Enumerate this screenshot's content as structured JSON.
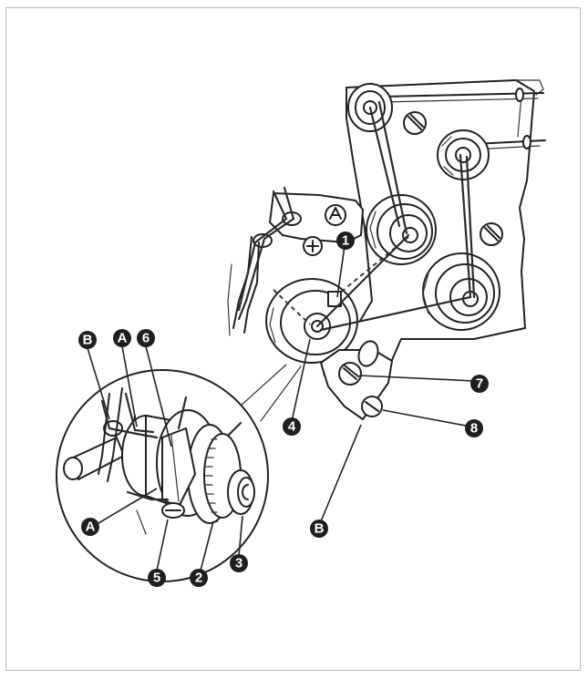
{
  "callouts": {
    "n1": "1",
    "n2": "2",
    "n3": "3",
    "n4": "4",
    "n5": "5",
    "n6": "6",
    "n7": "7",
    "n8": "8",
    "a_top": "A",
    "a_bottom": "A",
    "b_top": "B",
    "b_bottom": "B"
  },
  "icons": {
    "tension_plate_screw": "screw-slot-icon",
    "plus_screw": "plus-screw-icon"
  },
  "colors": {
    "ink": "#222222",
    "frame": "#b9b9b9",
    "badge": "#1f1f1f"
  }
}
